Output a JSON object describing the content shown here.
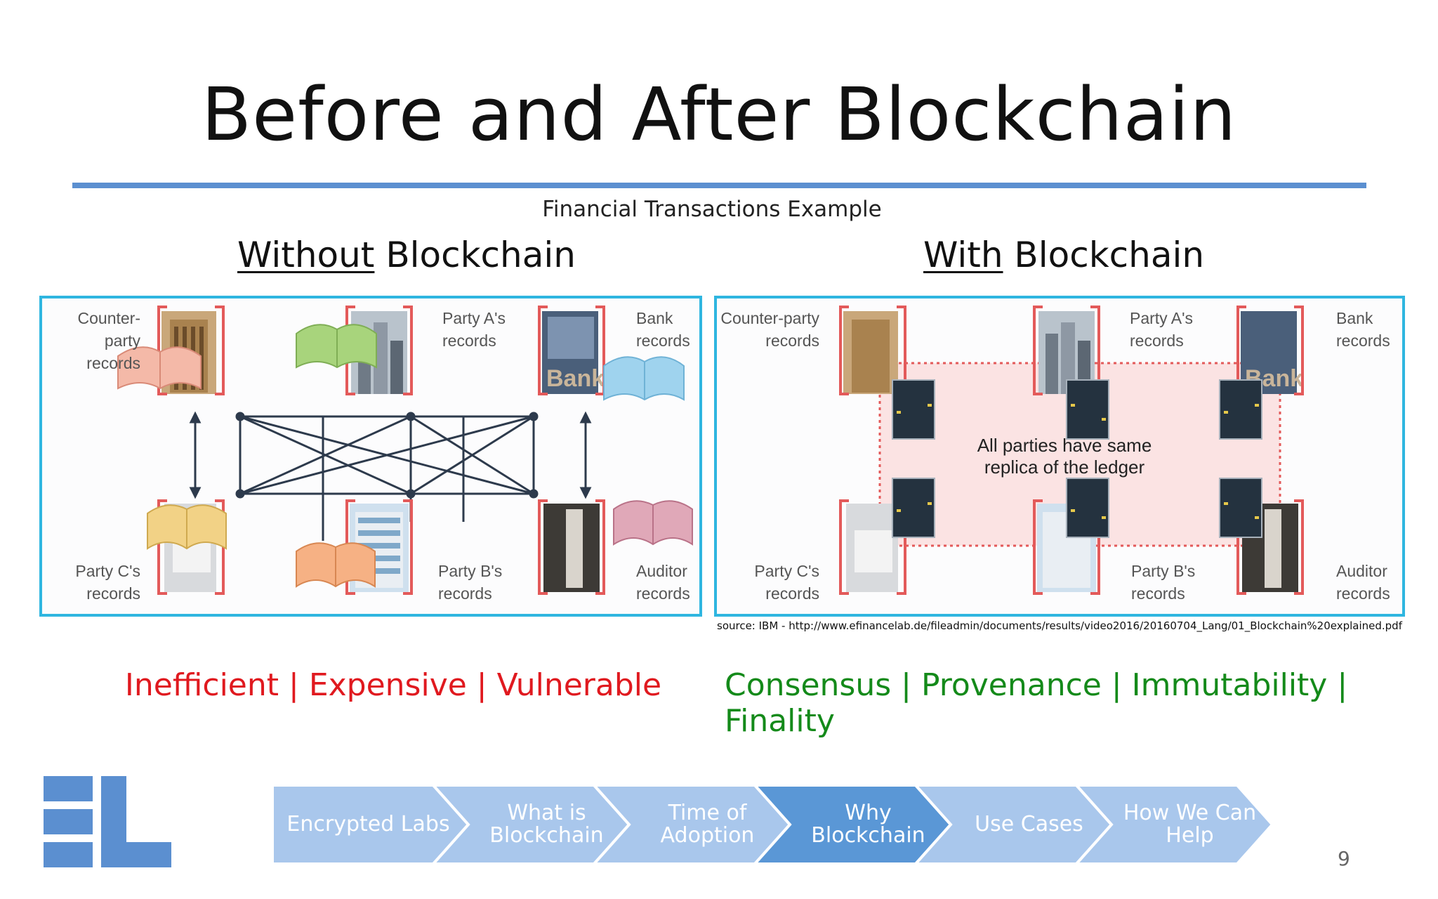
{
  "slide": {
    "title": "Before and After Blockchain",
    "subtitle": "Financial Transactions Example",
    "page_number": "9"
  },
  "left": {
    "heading_underlined": "Without",
    "heading_rest": " Blockchain",
    "labels": {
      "counterparty": [
        "Counter-party",
        "records"
      ],
      "party_a": [
        "Party A's",
        "records"
      ],
      "bank": [
        "Bank",
        "records"
      ],
      "party_c": [
        "Party C's",
        "records"
      ],
      "party_b": [
        "Party B's",
        "records"
      ],
      "auditor": [
        "Auditor",
        "records"
      ]
    },
    "cons": "Inefficient | Expensive | Vulnerable"
  },
  "right": {
    "heading_underlined": "With",
    "heading_rest": " Blockchain",
    "labels": {
      "counterparty": [
        "Counter-party",
        "records"
      ],
      "party_a": [
        "Party A's",
        "records"
      ],
      "bank": [
        "Bank",
        "records"
      ],
      "party_c": [
        "Party C's",
        "records"
      ],
      "party_b": [
        "Party B's",
        "records"
      ],
      "auditor": [
        "Auditor",
        "records"
      ]
    },
    "center_text": [
      "All parties have same",
      "replica of the ledger"
    ],
    "bank_sign": "Bank",
    "pros": "Consensus | Provenance | Immutability | Finality"
  },
  "source": "source: IBM - http://www.efinancelab.de/fileadmin/documents/results/video2016/20160704_Lang/01_Blockchain%20explained.pdf",
  "nav": {
    "steps": [
      {
        "label": "Encrypted Labs",
        "active": false
      },
      {
        "label": "What is Blockchain",
        "active": false
      },
      {
        "label": "Time of Adoption",
        "active": false
      },
      {
        "label": "Why Blockchain",
        "active": true
      },
      {
        "label": "Use Cases",
        "active": false
      },
      {
        "label": "How We Can Help",
        "active": false
      }
    ]
  },
  "colors": {
    "accent_rule": "#5b8fd0",
    "panel_border": "#2fb6e0",
    "cons_red": "#e0191f",
    "pros_green": "#148a1a",
    "chevron_inactive": "#a9c7ec",
    "chevron_active": "#5a97d6",
    "logo_blue": "#5b8fd0"
  }
}
